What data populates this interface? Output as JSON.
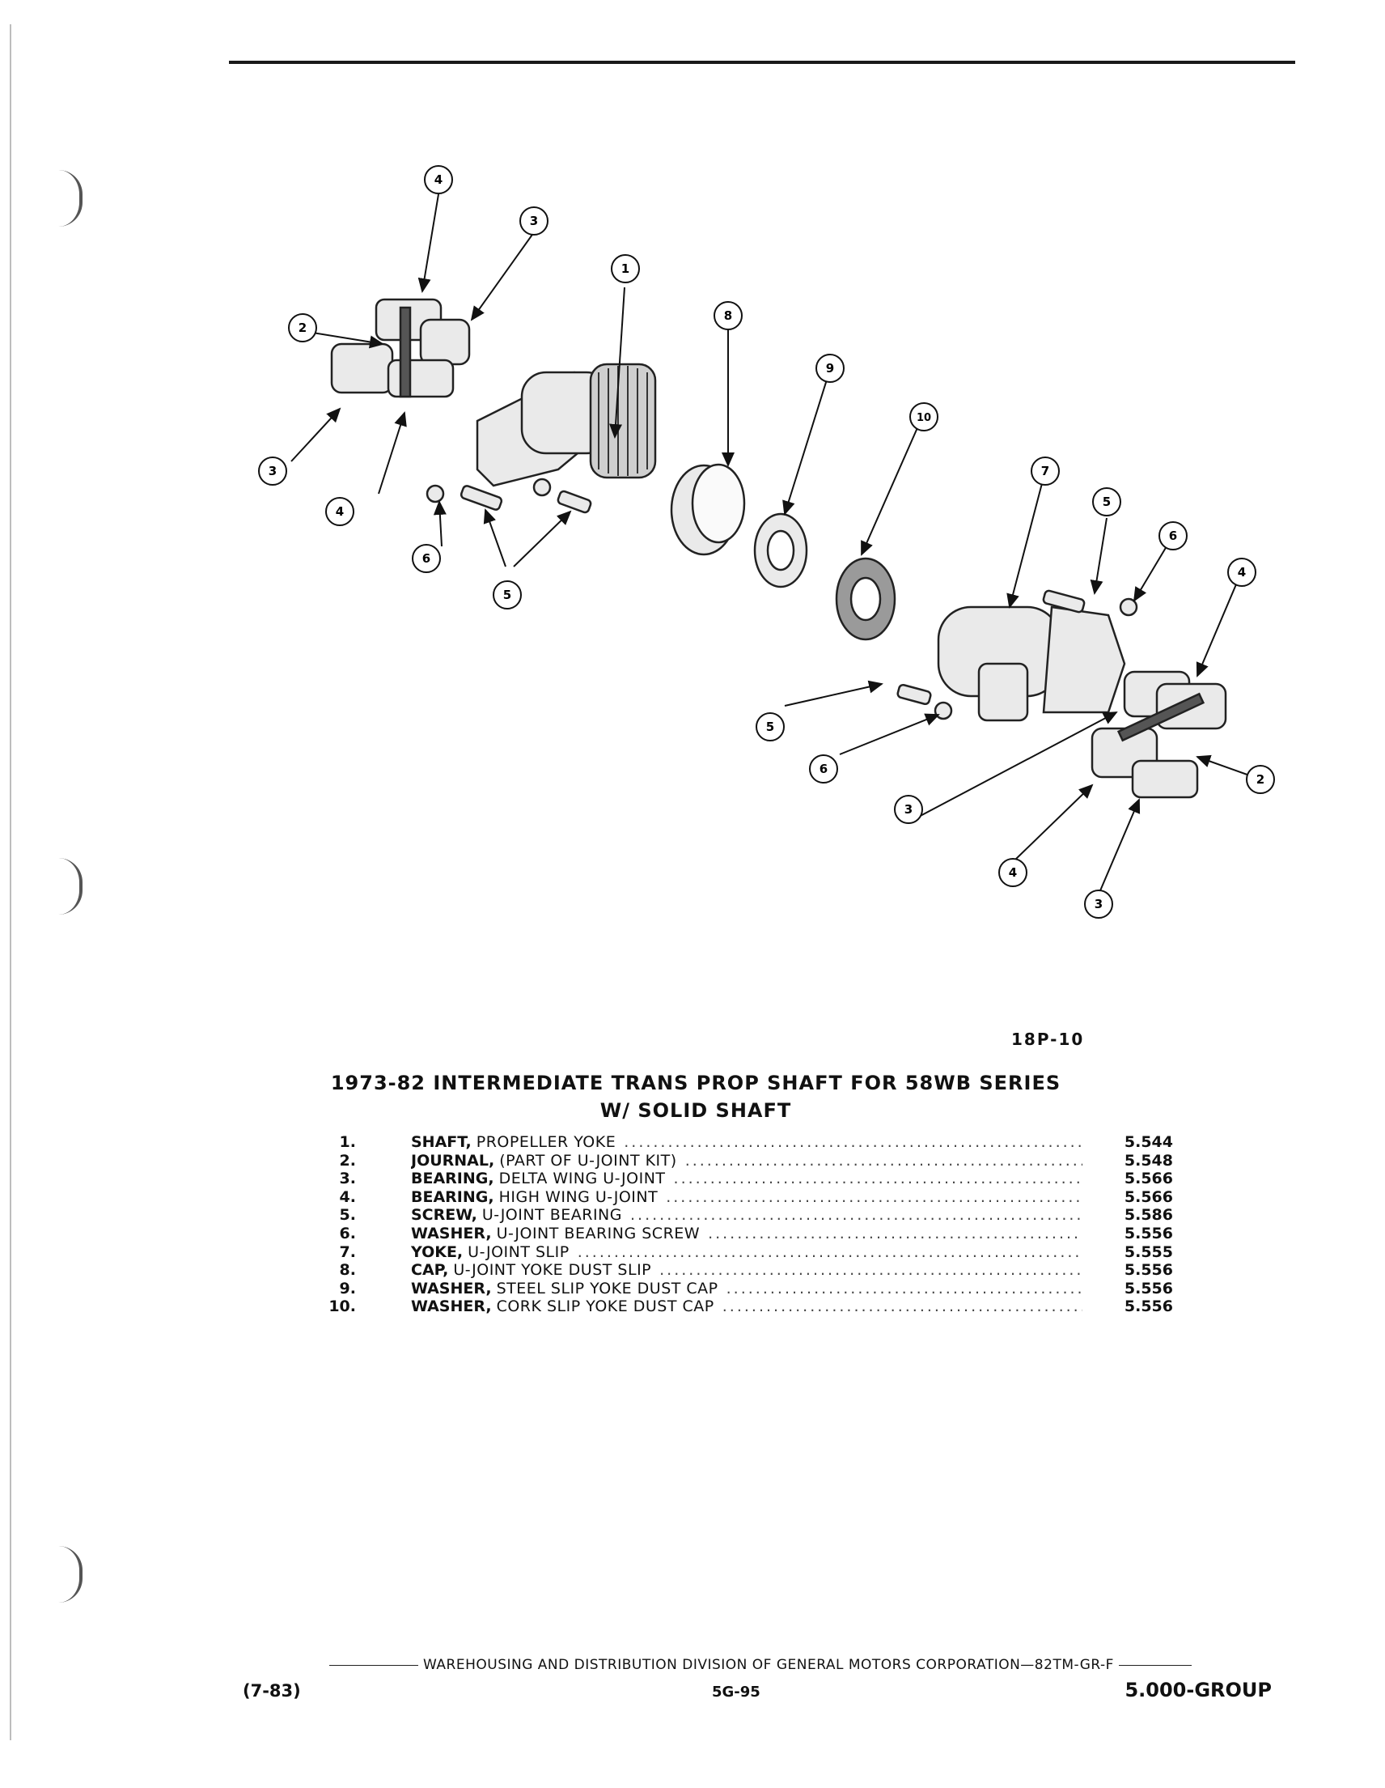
{
  "figure": {
    "code": "18P-10",
    "callouts": [
      "4",
      "3",
      "2",
      "3",
      "4",
      "6",
      "5",
      "1",
      "8",
      "9",
      "10",
      "7",
      "5",
      "6",
      "4",
      "5",
      "6",
      "3",
      "2",
      "4",
      "3"
    ]
  },
  "title": {
    "line1": "1973-82 INTERMEDIATE TRANS PROP SHAFT FOR 58WB SERIES",
    "line2": "W/ SOLID SHAFT"
  },
  "parts": [
    {
      "num": "1.",
      "name": "SHAFT,",
      "desc": "PROPELLER YOKE",
      "ref": "5.544"
    },
    {
      "num": "2.",
      "name": "JOURNAL,",
      "desc": "(PART OF U-JOINT KIT)",
      "ref": "5.548"
    },
    {
      "num": "3.",
      "name": "BEARING,",
      "desc": "DELTA WING U-JOINT",
      "ref": "5.566"
    },
    {
      "num": "4.",
      "name": "BEARING,",
      "desc": "HIGH WING U-JOINT",
      "ref": "5.566"
    },
    {
      "num": "5.",
      "name": "SCREW,",
      "desc": "U-JOINT BEARING",
      "ref": "5.586"
    },
    {
      "num": "6.",
      "name": "WASHER,",
      "desc": "U-JOINT BEARING SCREW",
      "ref": "5.556"
    },
    {
      "num": "7.",
      "name": "YOKE,",
      "desc": "U-JOINT SLIP",
      "ref": "5.555"
    },
    {
      "num": "8.",
      "name": "CAP,",
      "desc": "U-JOINT YOKE DUST SLIP",
      "ref": "5.556"
    },
    {
      "num": "9.",
      "name": "WASHER,",
      "desc": "STEEL SLIP YOKE DUST CAP",
      "ref": "5.556"
    },
    {
      "num": "10.",
      "name": "WASHER,",
      "desc": "CORK SLIP YOKE DUST CAP",
      "ref": "5.556"
    }
  ],
  "footer": {
    "division": "WAREHOUSING AND DISTRIBUTION DIVISION OF GENERAL MOTORS CORPORATION—82TM-GR-F",
    "date": "(7-83)",
    "page": "5G-95",
    "group": "5.000-GROUP"
  }
}
